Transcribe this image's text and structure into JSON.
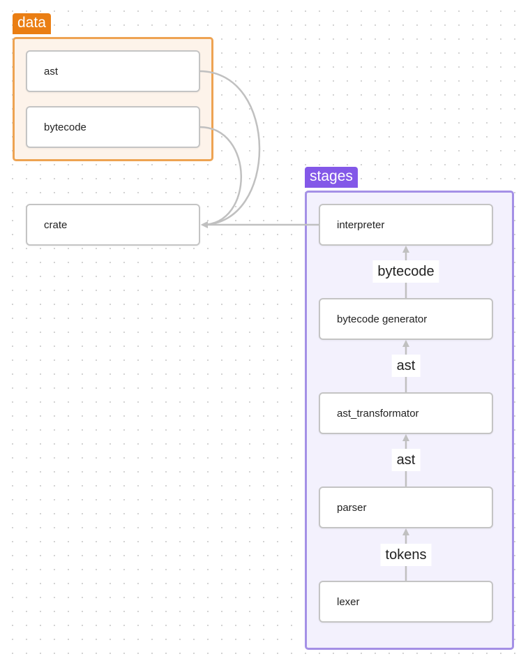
{
  "groups": {
    "data": {
      "label": "data",
      "color": "#ea7e13"
    },
    "stages": {
      "label": "stages",
      "color": "#8358e8"
    }
  },
  "nodes": {
    "ast": "ast",
    "bytecode": "bytecode",
    "crate": "crate",
    "interpreter": "interpreter",
    "bytecode_generator": "bytecode generator",
    "ast_transformator": "ast_transformator",
    "parser": "parser",
    "lexer": "lexer"
  },
  "edges": [
    {
      "from": "ast",
      "to": "crate",
      "label": ""
    },
    {
      "from": "bytecode",
      "to": "crate",
      "label": ""
    },
    {
      "from": "interpreter",
      "to": "crate",
      "label": ""
    },
    {
      "from": "bytecode_generator",
      "to": "interpreter",
      "label": "bytecode"
    },
    {
      "from": "ast_transformator",
      "to": "bytecode_generator",
      "label": "ast"
    },
    {
      "from": "parser",
      "to": "ast_transformator",
      "label": "ast"
    },
    {
      "from": "lexer",
      "to": "parser",
      "label": "tokens"
    }
  ],
  "edge_color": "#c0c0c0"
}
